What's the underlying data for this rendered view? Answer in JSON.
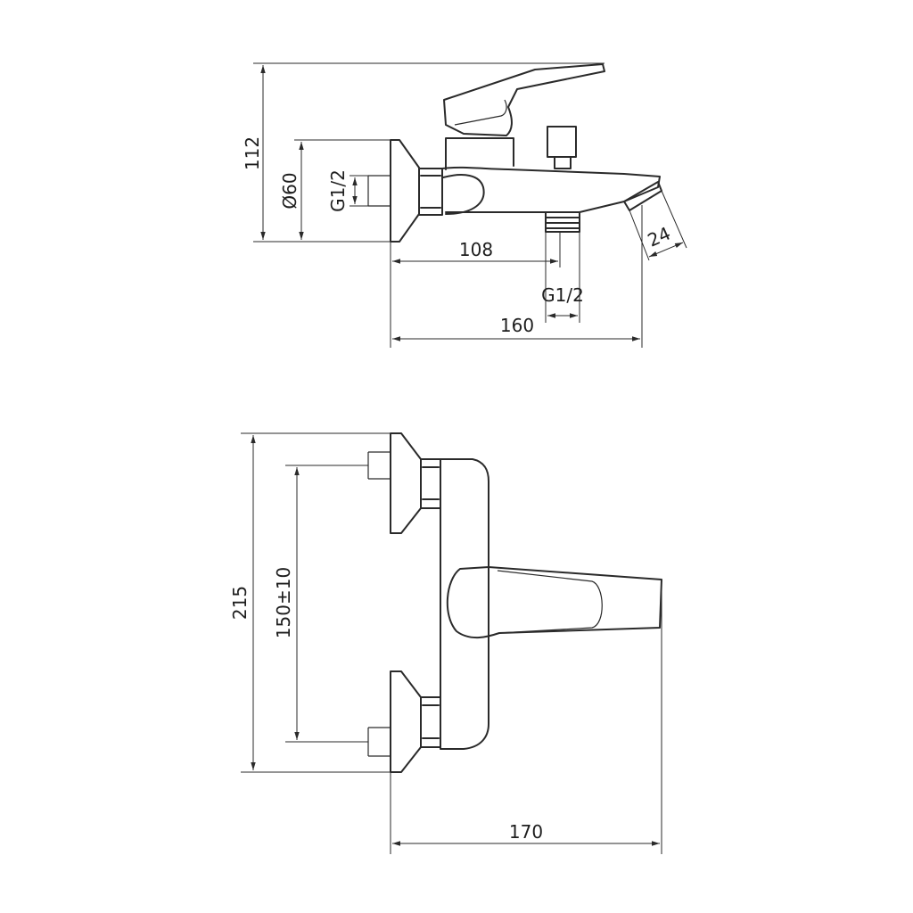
{
  "side_view": {
    "dimensions": {
      "overall_height": "112",
      "wall_flange_diameter": "Ø60",
      "inlet_thread": "G1/2",
      "outlet_offset": "108",
      "outlet_thread": "G1/2",
      "overall_depth": "160",
      "spout_nozzle": "24"
    }
  },
  "top_view": {
    "dimensions": {
      "overall_width": "215",
      "inlet_spacing": "150±10",
      "overall_depth": "170"
    }
  },
  "colors": {
    "line": "#2a2a2a",
    "background": "#ffffff"
  }
}
